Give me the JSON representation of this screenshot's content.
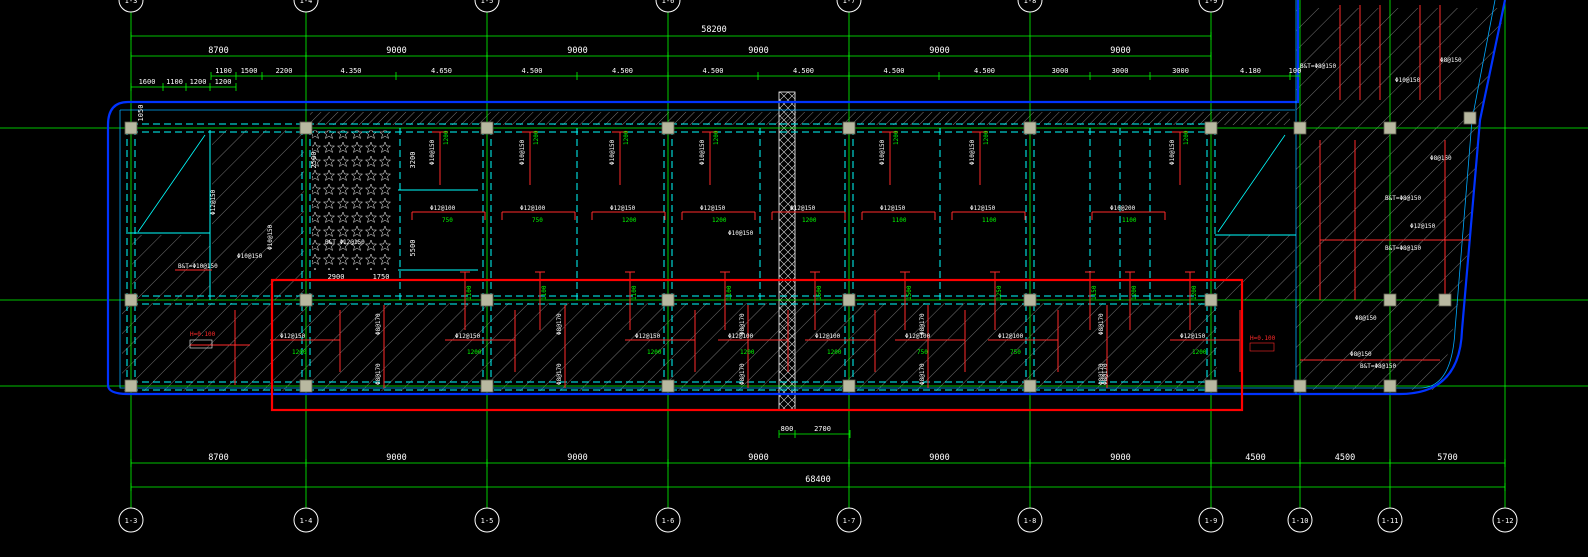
{
  "axes_top": [
    "1-3",
    "1-4",
    "1-5",
    "1-6",
    "1-7",
    "1-8",
    "1-9"
  ],
  "axes_bottom": [
    "1-3",
    "1-4",
    "1-5",
    "1-6",
    "1-7",
    "1-8",
    "1-9",
    "1-10",
    "1-11",
    "1-12"
  ],
  "dims_top_total": "58200",
  "dims_top_bays": [
    "8700",
    "9000",
    "9000",
    "9000",
    "9000",
    "9000"
  ],
  "dims_top_sub": [
    "1100",
    "1500",
    "2200",
    "4.350",
    "4.650",
    "4.500",
    "4.500",
    "4.500",
    "4.500",
    "4.500",
    "4.500",
    "3000",
    "3000",
    "3000",
    "4.180",
    "100"
  ],
  "dims_top_left": [
    "1600",
    "1100",
    "1200",
    "1200"
  ],
  "dims_left": [
    "1050"
  ],
  "dims_bottom_bays": [
    "8700",
    "9000",
    "9000",
    "9000",
    "9000",
    "9000",
    "4500",
    "4500",
    "5700"
  ],
  "dims_bottom_total": "68400",
  "dims_bottom_small": [
    "800",
    "2700"
  ],
  "dims_middle": [
    "2500",
    "3200",
    "5500",
    "2900",
    "1750"
  ],
  "rebar_labels": {
    "upper_row": [
      "Φ10@150",
      "Φ10@150",
      "Φ10@150",
      "Φ10@150",
      "Φ10@150",
      "Φ10@150",
      "Φ10@150"
    ],
    "middle_row": [
      "Φ12@100",
      "Φ12@100",
      "Φ12@150",
      "Φ12@150",
      "Φ12@150",
      "Φ12@150",
      "Φ12@150",
      "Φ10@200"
    ],
    "mid_span": "Φ10@150",
    "lower_row": [
      "Φ8@170",
      "Φ8@170",
      "Φ8@170",
      "Φ8@170",
      "Φ8@170",
      "Φ8@170",
      "Φ8@170"
    ],
    "lower_mid": [
      "Φ12@150",
      "Φ12@150",
      "Φ12@150",
      "Φ12@100",
      "Φ12@100",
      "Φ12@100",
      "Φ12@100",
      "Φ12@150"
    ],
    "left_block": [
      "B&T=Φ10@150",
      "Φ10@150",
      "Φ12@150",
      "Φ10@150",
      "B&T Φ12@150"
    ],
    "right_block": [
      "Φ8@150",
      "Φ10@150",
      "B&T=Φ8@150",
      "Φ8@150",
      "B&T=Φ8@150",
      "Φ12@150",
      "Φ8@150",
      "Φ8@150",
      "B&T=Φ8@150",
      "B&T=Φ8@150"
    ]
  },
  "green_lengths": [
    "1200",
    "1200",
    "1200",
    "1200",
    "1200",
    "1200",
    "1200",
    "750",
    "750",
    "1200",
    "1200",
    "1200",
    "1100",
    "1100",
    "1100",
    "1100",
    "1100",
    "1100",
    "1100",
    "1500",
    "1500",
    "1250",
    "1150"
  ],
  "red_tags": [
    "H=0.100",
    "H=0.100"
  ],
  "colors": {
    "background": "#000000",
    "axis_line": "#00ff00",
    "beam": "#00ffff",
    "beam_dashed": "#00ffff",
    "wall": "#0033ff",
    "rebar": "#ff2a2a",
    "hatch": "#c8c8c8",
    "column_fill": "#b8b8a0",
    "selection_box": "#ff0000",
    "text": "#ffffff",
    "length_text": "#00ff00"
  }
}
